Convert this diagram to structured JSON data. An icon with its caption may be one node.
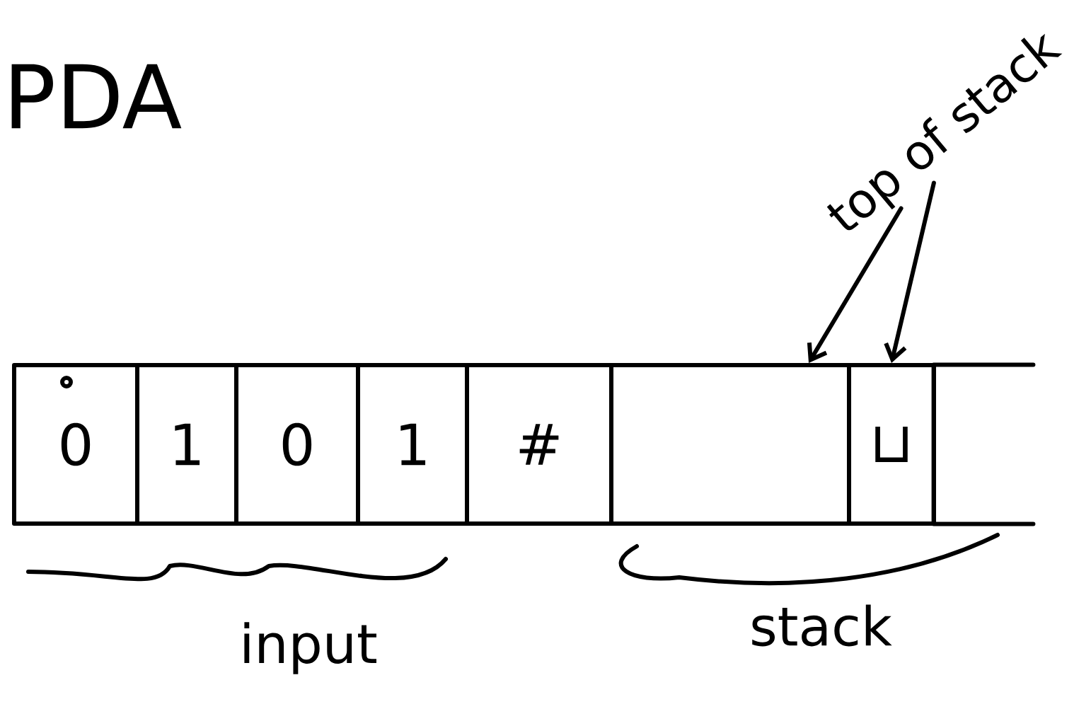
{
  "diagram": {
    "title": "PDA",
    "nodes": [
      {
        "text": [
          "0"
        ]
      },
      {
        "text": [
          "1"
        ]
      },
      {
        "text": [
          "0"
        ]
      },
      {
        "text": [
          "1"
        ]
      },
      {
        "text": [
          "#"
        ]
      },
      {
        "text": [],
        "shape": "box"
      },
      {
        "text": [
          "⊔"
        ]
      },
      {
        "text": [],
        "shape": "box"
      },
      {
        "text": [
          "top of stack"
        ]
      }
    ],
    "edges": [
      {
        "from": 8,
        "to": 5,
        "arrow": "to"
      },
      {
        "from": 8,
        "to": 6,
        "arrow": "to"
      }
    ],
    "labels": [
      "input",
      "stack"
    ]
  }
}
